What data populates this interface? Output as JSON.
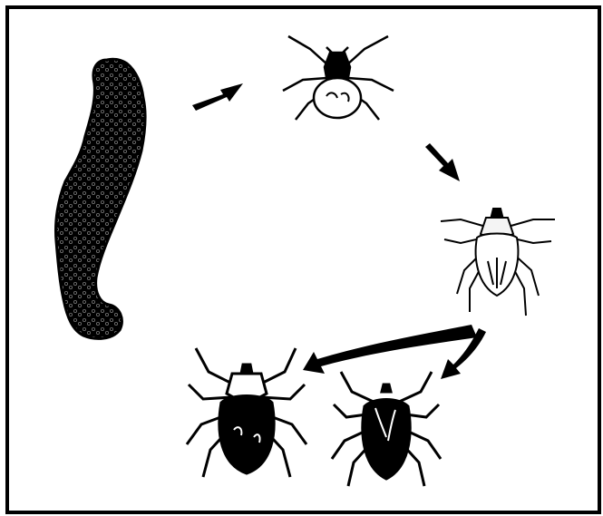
{
  "diagram": {
    "stages": [
      {
        "id": "eggs",
        "icon": "egg-mass-icon"
      },
      {
        "id": "larva",
        "icon": "tick-larva-icon"
      },
      {
        "id": "nymph",
        "icon": "tick-nymph-icon"
      },
      {
        "id": "adult-female",
        "icon": "tick-adult-female-icon"
      },
      {
        "id": "adult-male",
        "icon": "tick-adult-male-icon"
      }
    ],
    "arrows": [
      {
        "from": "eggs",
        "to": "larva"
      },
      {
        "from": "larva",
        "to": "nymph"
      },
      {
        "from": "nymph",
        "to": "adult-female"
      },
      {
        "from": "nymph",
        "to": "adult-male"
      }
    ],
    "colors": {
      "ink": "#000000",
      "paper": "#ffffff",
      "shell": "#f4f4f4"
    }
  }
}
